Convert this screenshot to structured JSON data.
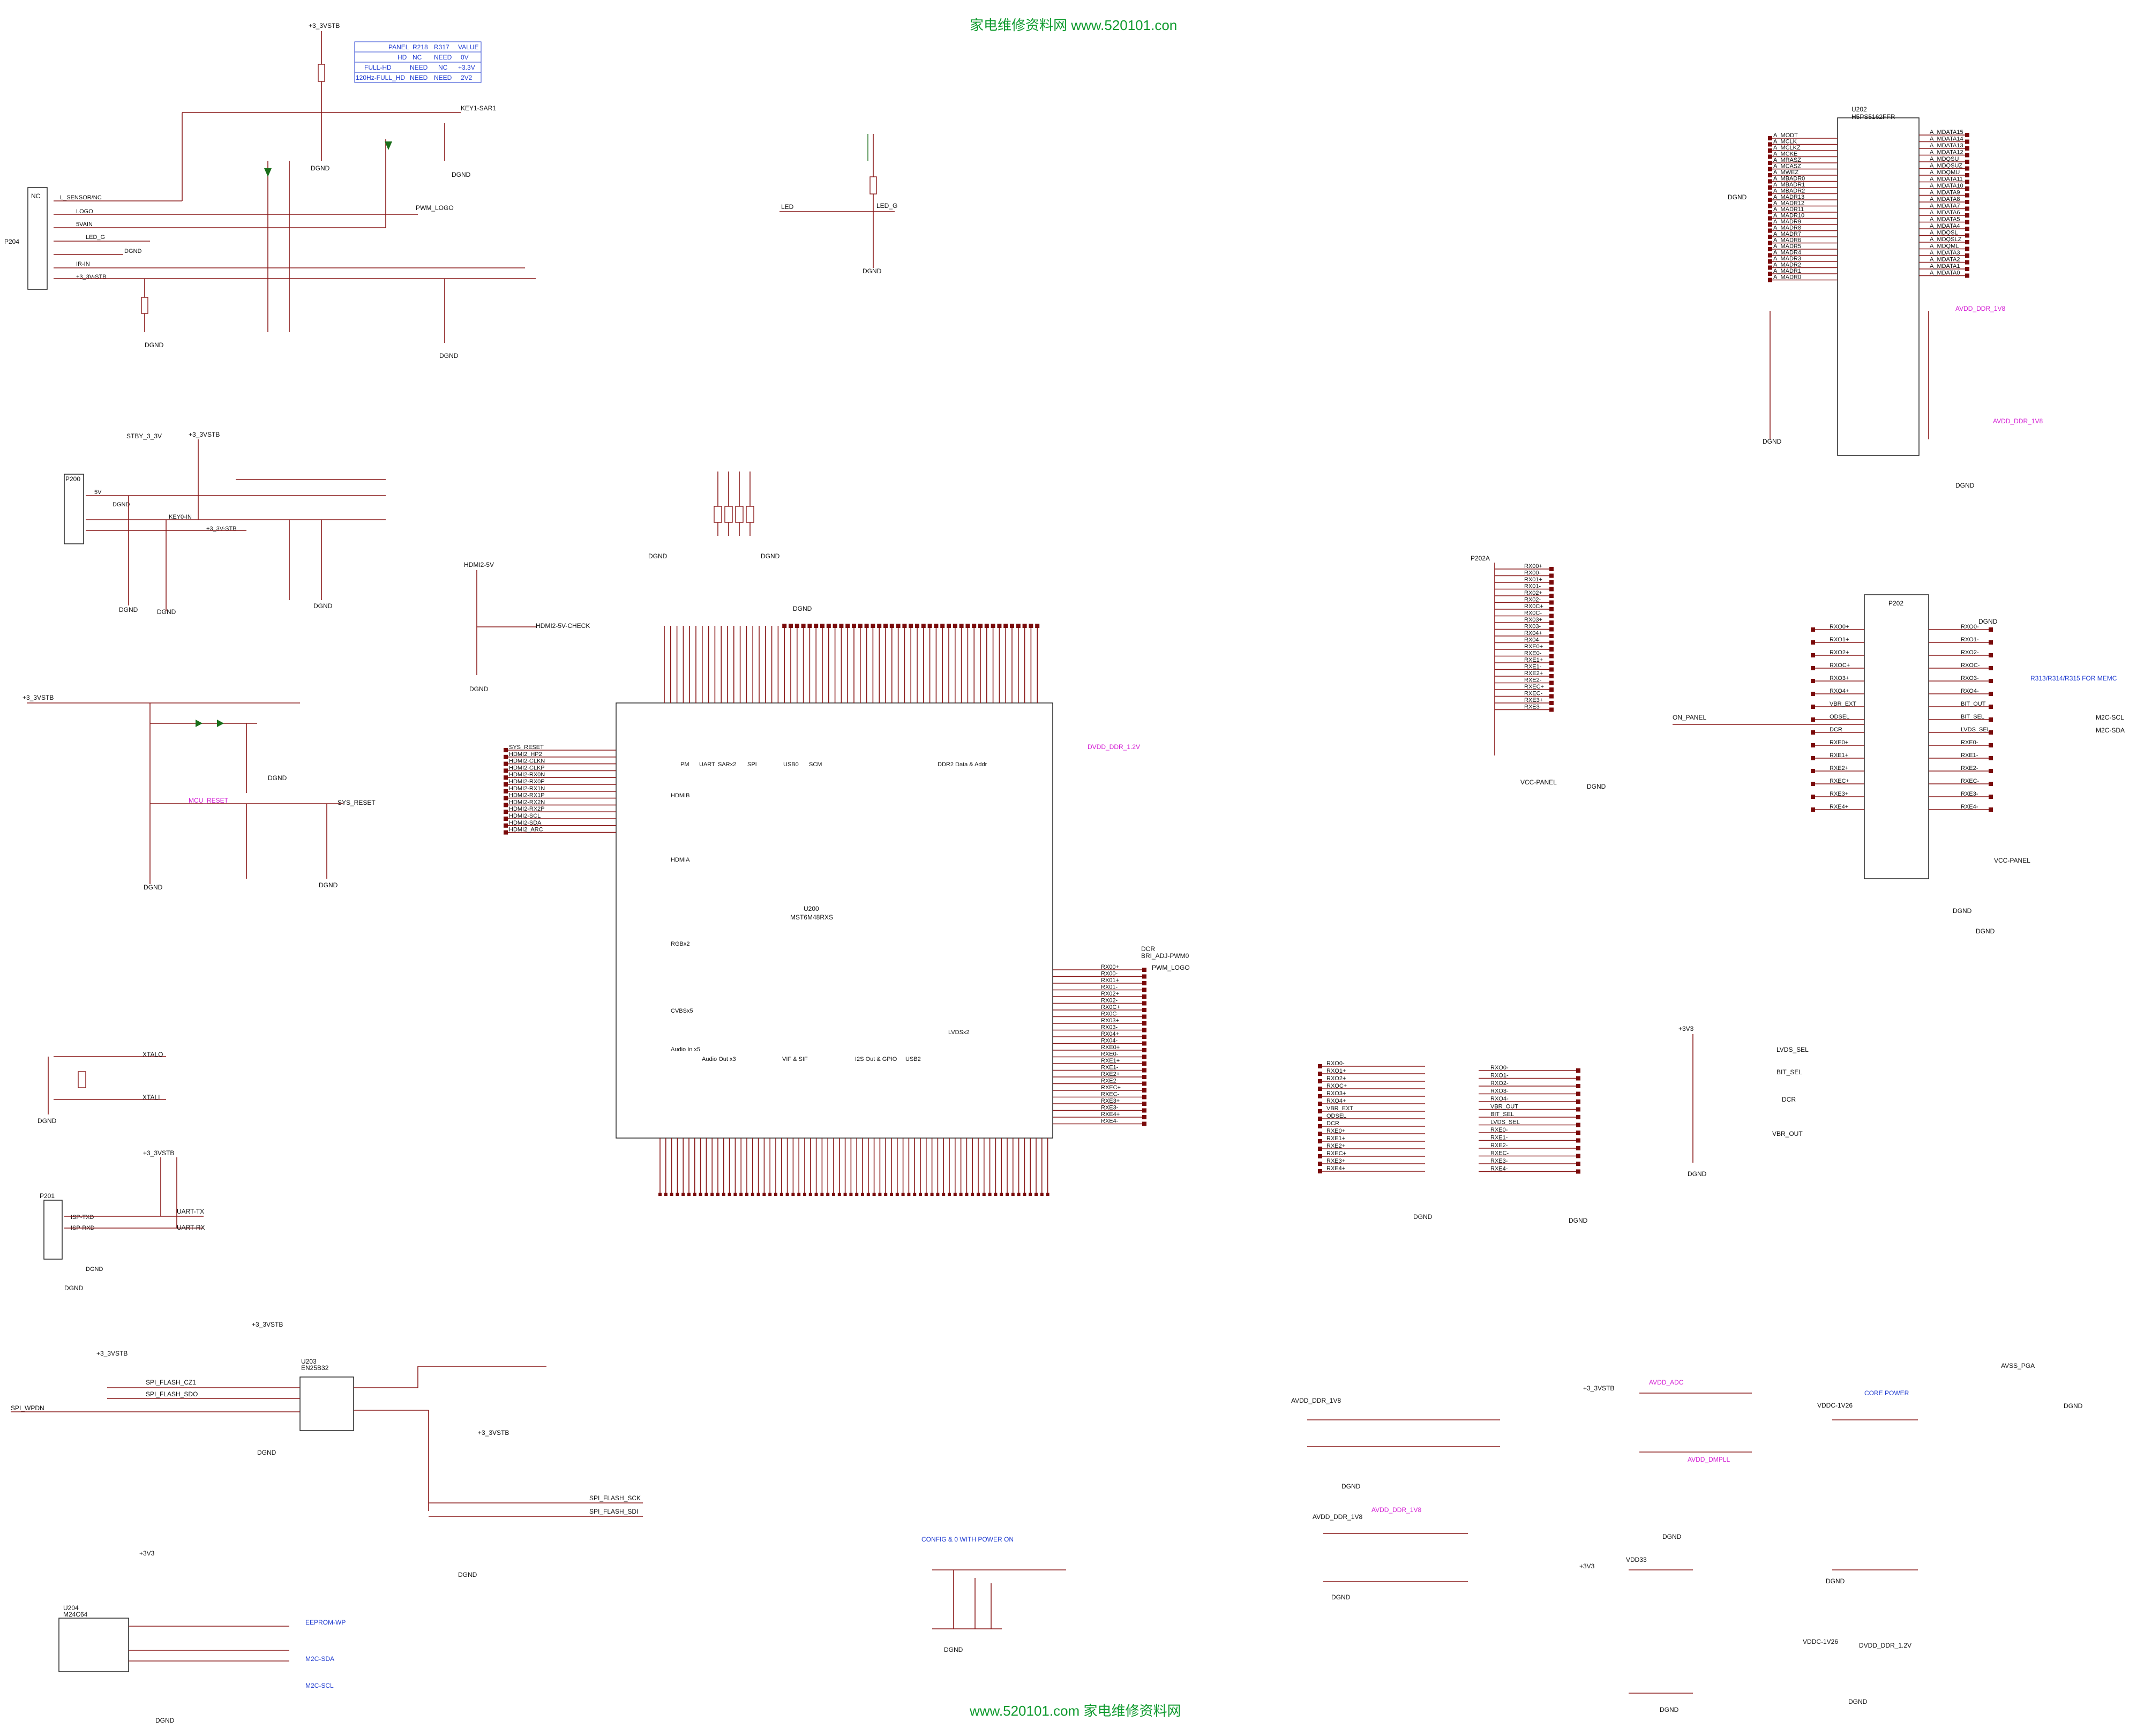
{
  "watermark": {
    "top": "家电维修资料网    www.520101.con",
    "bottom": "www.520101.com  家电维修资料网"
  },
  "colors": {
    "watermark": "#0f9a2e",
    "wire": "#8a1a1a",
    "net_magenta": "#d31bd3",
    "net_blue": "#1f3bd0",
    "ground": "#1a6e1a"
  },
  "panel_table": {
    "headers": [
      "PANEL",
      "R218",
      "R317",
      "VALUE"
    ],
    "rows": [
      [
        "HD",
        "NC",
        "NEED",
        "0V"
      ],
      [
        "FULL-HD",
        "NEED",
        "NC",
        "+3.3V"
      ],
      [
        "120Hz-FULL_HD",
        "NEED",
        "NEED",
        "2V2"
      ]
    ]
  },
  "chips": {
    "main": {
      "ref": "U200",
      "part": "MST6M48RXS"
    },
    "ddr": {
      "ref": "U202",
      "part": "H5PS5162FFR"
    },
    "flash": {
      "ref": "U203",
      "part": "EN25B32"
    },
    "eeprom": {
      "ref": "U204",
      "part": "M24C64"
    }
  },
  "main_sections": [
    "HDMIB",
    "HDMIA",
    "RGBx2",
    "CVBSx5",
    "Audio In x5",
    "Audio Out x3",
    "VIF & SIF",
    "I2S Out & GPIO",
    "USB2",
    "LVDSx2",
    "PM",
    "UART",
    "SARx2",
    "SPI",
    "USB0",
    "SCM",
    "DDR2 Data & Addr"
  ],
  "connectors": {
    "p204": {
      "ref": "P204",
      "nc": "NC",
      "pins": [
        "L_SENSOR/NC",
        "LOGO",
        "5VAIN",
        "LED_G",
        "DGND",
        "IR-IN",
        "+3_3V-STB"
      ]
    },
    "p200": {
      "ref": "P200",
      "pins": [
        "5V",
        "DGND",
        "KEY0-IN",
        "+3_3V-STB"
      ]
    },
    "p201": {
      "ref": "P201",
      "pins": [
        "ISP-TXD",
        "ISP-RXD",
        "DGND"
      ]
    },
    "p202a": {
      "ref": "P202A"
    },
    "p202": {
      "ref": "P202"
    }
  },
  "power_labels": {
    "stb": "+3_3VSTB",
    "v3": "+3V3",
    "avdd_ddr": "AVDD_DDR_1V8",
    "vddc": "VDDC-1V26",
    "core_power": "CORE POWER",
    "vcc_panel": "VCC-PANEL",
    "dgnd": "DGND",
    "stby": "STBY_3_3V"
  },
  "net_labels": {
    "key1_sar1": "KEY1-SAR1",
    "pwm_logo": "PWM_LOGO",
    "led": "LED",
    "led_g": "LED_G",
    "sys_reset": "SYS_RESET",
    "mcu_reset": "MCU_RESET",
    "hdmi_check": "HDMI2-5V-CHECK",
    "xtalo": "XTALO",
    "xtali": "XTALI",
    "uart_tx": "UART-TX",
    "uart_rx": "UART-RX",
    "spi_wpdn": "SPI_WPDN",
    "spi_flash_cz1": "SPI_FLASH_CZ1",
    "spi_flash_sdo": "SPI_FLASH_SDO",
    "spi_flash_sck": "SPI_FLASH_SCK",
    "spi_flash_sdi": "SPI_FLASH_SDI",
    "eeprom_wp": "EEPROM-WP",
    "m2c_sda": "M2C-SDA",
    "m2c_scl": "M2C-SCL",
    "on_panel": "ON_PANEL",
    "config_note": "CONFIG & 0 WITH POWER ON",
    "memc_note": "R313/R314/R315  FOR  MEMC",
    "dcr": "DCR",
    "bri_adj": "BRI_ADJ-PWM0",
    "avdd_adc": "AVDD_ADC",
    "avdd_dmpll": "AVDD_DMPLL",
    "avss_pga": "AVSS_PGA",
    "vdd33": "VDD33",
    "dvdd_ddr": "DVDD_DDR_1.2V",
    "vbr_ext": "VBR_EXT",
    "odsel": "ODSEL",
    "bit_sel": "BIT_SEL",
    "lvds_sel": "LVDS_SEL"
  },
  "ddr_left_pins": [
    "A_MODT",
    "A_MCLK",
    "A_MCLKZ",
    "A_MCKE",
    "A_MRASZ",
    "A_MCASZ",
    "A_MWEZ",
    "A_MBADR0",
    "A_MBADR1",
    "A_MBADR2",
    "A_MADR13",
    "A_MADR12",
    "A_MADR11",
    "A_MADR10",
    "A_MADR9",
    "A_MADR8",
    "A_MADR7",
    "A_MADR6",
    "A_MADR5",
    "A_MADR4",
    "A_MADR3",
    "A_MADR2",
    "A_MADR1",
    "A_MADR0"
  ],
  "ddr_right_pins": [
    "A_MDATA15",
    "A_MDATA14",
    "A_MDATA13",
    "A_MDATA12",
    "A_MDQSU",
    "A_MDQSUZ",
    "A_MDQMU",
    "A_MDATA11",
    "A_MDATA10",
    "A_MDATA9",
    "A_MDATA8",
    "A_MDATA7",
    "A_MDATA6",
    "A_MDATA5",
    "A_MDATA4",
    "A_MDQSL",
    "A_MDQSLZ",
    "A_MDQML",
    "A_MDATA3",
    "A_MDATA2",
    "A_MDATA1",
    "A_MDATA0"
  ],
  "hdmi_pins": [
    "SYS_RESET",
    "HDMI2_HP2",
    "HDMI2-CLKN",
    "HDMI2-CLKP",
    "HDMI2-RX0N",
    "HDMI2-RX0P",
    "HDMI2-RX1N",
    "HDMI2-RX1P",
    "HDMI2-RX2N",
    "HDMI2-RX2P",
    "HDMI2-SCL",
    "HDMI2-SDA",
    "HDMI2_ARC"
  ],
  "lvds_pins": [
    "RX00+",
    "RX00-",
    "RX01+",
    "RX01-",
    "RX02+",
    "RX02-",
    "RX0C+",
    "RX0C-",
    "RX03+",
    "RX03-",
    "RX04+",
    "RX04-",
    "RXE0+",
    "RXE0-",
    "RXE1+",
    "RXE1-",
    "RXE2+",
    "RXE2-",
    "RXEC+",
    "RXEC-",
    "RXE3+",
    "RXE3-",
    "RXE4+",
    "RXE4-"
  ],
  "p202_left": [
    "RXO0+",
    "RXO1+",
    "RXO2+",
    "RXOC+",
    "RXO3+",
    "RXO4+",
    "VBR_EXT",
    "ODSEL",
    "DCR",
    "RXE0+",
    "RXE1+",
    "RXE2+",
    "RXEC+",
    "RXE3+",
    "RXE4+"
  ],
  "p202_right": [
    "RXO0-",
    "RXO1-",
    "RXO2-",
    "RXOC-",
    "RXO3-",
    "RXO4-",
    "BIT_OUT",
    "BIT_SEL",
    "LVDS_SEL",
    "RXE0-",
    "RXE1-",
    "RXE2-",
    "RXEC-",
    "RXE3-",
    "RXE4-"
  ],
  "cap_bank_left": [
    "RXO0-",
    "RXO1+",
    "RXO2+",
    "RXOC+",
    "RXO3+",
    "RXO4+",
    "VBR_EXT",
    "ODSEL",
    "DCR",
    "RXE0+",
    "RXE1+",
    "RXE2+",
    "RXEC+",
    "RXE3+",
    "RXE4+"
  ],
  "cap_bank_right": [
    "RXO0-",
    "RXO1-",
    "RXO2-",
    "RXO3-",
    "RXO4-",
    "VBR_OUT",
    "BIT_SEL",
    "LVDS_SEL",
    "RXE0-",
    "RXE1-",
    "RXE2-",
    "RXEC-",
    "RXE3-",
    "RXE4-"
  ]
}
